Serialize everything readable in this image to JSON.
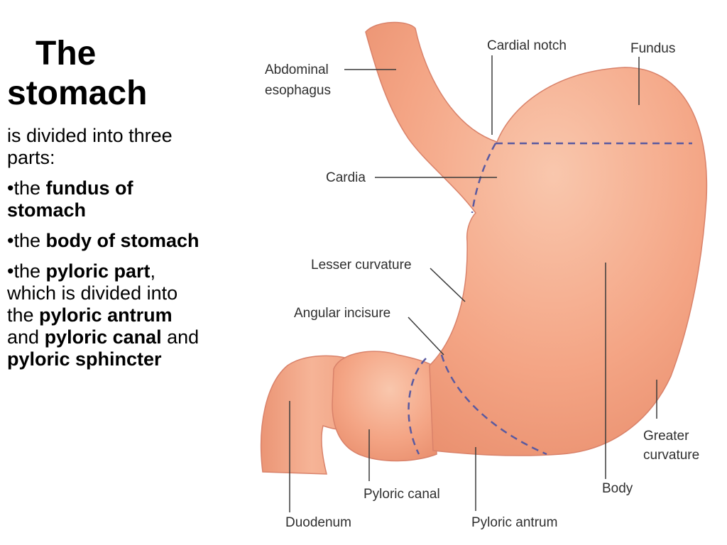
{
  "heading": {
    "line1": "The",
    "line2": "stomach"
  },
  "intro": " is divided into three parts:",
  "bullets": [
    {
      "prefix": "•the ",
      "bold": "fundus of stomach"
    },
    {
      "prefix": "•the ",
      "bold": "body of stomach"
    },
    {
      "prefix": "•the ",
      "bold": "pyloric part",
      "t1": ", which is divided into the ",
      "b2": "pyloric antrum",
      "t2": " and ",
      "b3": "pyloric canal",
      "t3": " and ",
      "b4": "pyloric sphincter"
    }
  ],
  "labels": {
    "abdominal_esophagus_1": "Abdominal",
    "abdominal_esophagus_2": "esophagus",
    "cardial_notch": "Cardial notch",
    "fundus": "Fundus",
    "cardia": "Cardia",
    "lesser_curvature": "Lesser curvature",
    "angular_incisure": "Angular incisure",
    "greater_curvature_1": "Greater",
    "greater_curvature_2": "curvature",
    "body": "Body",
    "pyloric_canal": "Pyloric canal",
    "duodenum": "Duodenum",
    "pyloric_antrum": "Pyloric antrum"
  },
  "colors": {
    "stomach_fill": "#f4a585",
    "stomach_highlight": "#f9c7ad",
    "stomach_outline": "#d9826a",
    "dashed_boundary": "#5a5aa0"
  }
}
